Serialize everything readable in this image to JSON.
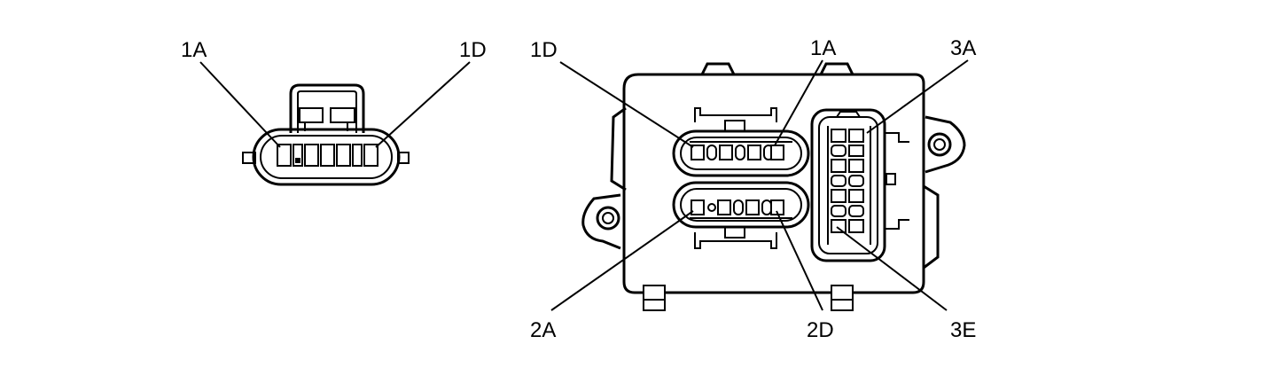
{
  "left_connector": {
    "labels": {
      "pin_1a": "1A",
      "pin_1d": "1D"
    }
  },
  "right_connector": {
    "labels": {
      "pin_1d": "1D",
      "pin_1a": "1A",
      "pin_3a": "3A",
      "pin_2a": "2A",
      "pin_2d": "2D",
      "pin_3e": "3E"
    }
  },
  "colors": {
    "line": "#000000",
    "background": "#ffffff"
  }
}
